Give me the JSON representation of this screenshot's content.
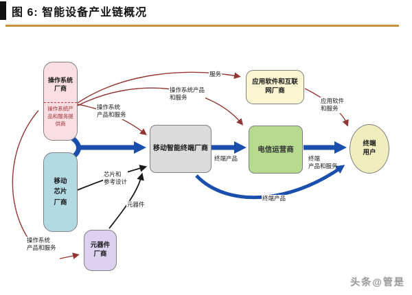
{
  "header": {
    "title": "图 6: 智能设备产业链概况"
  },
  "watermark": "头条@管是",
  "nodes": {
    "os_vendor": {
      "lines": [
        "操作系统",
        "厂商"
      ],
      "sub_lines": [
        "操作系统产",
        "品和服务提",
        "供商"
      ]
    },
    "chip_vendor": {
      "lines": [
        "移动",
        "芯片",
        "厂商"
      ]
    },
    "component_vendor": {
      "lines": [
        "元器件",
        "厂商"
      ]
    },
    "terminal_vendor": {
      "lines": [
        "移动智能终端厂商"
      ]
    },
    "telecom_operator": {
      "lines": [
        "电信运营商"
      ]
    },
    "app_internet_vendor": {
      "lines": [
        "应用软件和互联",
        "网厂商"
      ]
    },
    "end_user": {
      "lines": [
        "终端",
        "用户"
      ]
    }
  },
  "edge_labels": {
    "service": "服务",
    "os_products_to_telecom": [
      "操作系统产品",
      "和服务"
    ],
    "os_products_to_terminal": [
      "操作系统",
      "产品和服务"
    ],
    "os_products_to_component": [
      "操作系统",
      "产品和服务"
    ],
    "chip_reference_design": [
      "芯片和",
      "参考设计"
    ],
    "component": "元器件",
    "terminal_product": "终端产品",
    "terminal_product_services": [
      "终端",
      "产品和服务"
    ],
    "terminal_product_curve": "终端产品",
    "app_software_services": [
      "应用软件",
      "和服务"
    ]
  },
  "colors": {
    "accent_rule": "#C8913B",
    "arrow_blue": "#1B4FAE",
    "arrow_red": "#943634",
    "arrow_black": "#1A1A1A",
    "os_fill": "#FBDEE3",
    "chip_fill": "#B3D9E3",
    "component_fill": "#DCD2F0",
    "terminal_fill": "#DBDBDB",
    "telecom_fill": "#B6DB8E",
    "app_fill": "#FBF5D2",
    "user_fill": "#EFEDBE"
  }
}
